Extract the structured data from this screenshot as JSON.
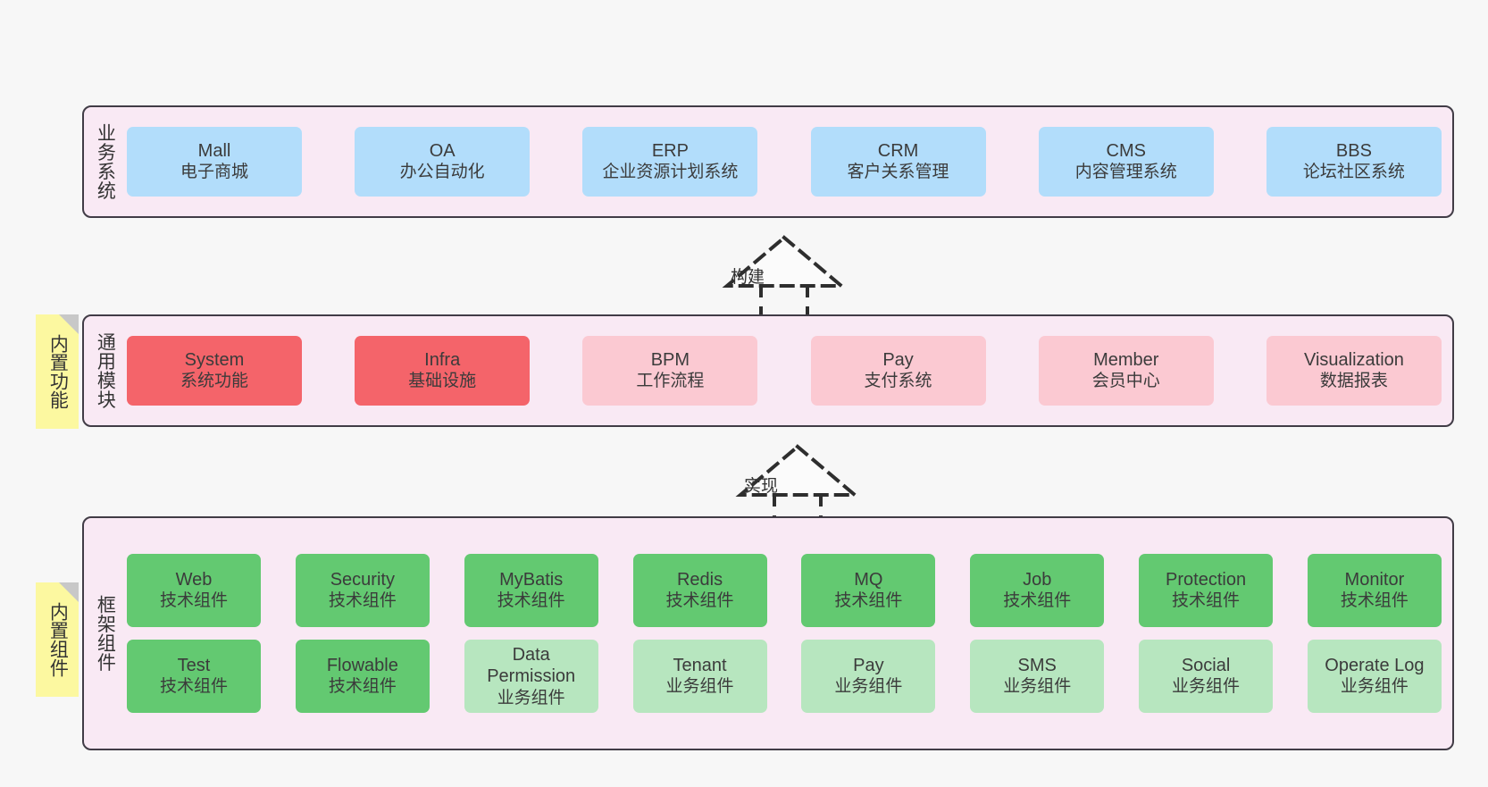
{
  "page": {
    "background": "#f7f7f7",
    "panel_bg": "#f9e9f4",
    "panel_border": "#413c46",
    "note_bg": "#fcf8a0"
  },
  "layers": [
    {
      "id": "business-systems",
      "title": "业务系统",
      "rows": [
        {
          "cards": [
            {
              "en": "Mall",
              "cn": "电子商城",
              "color": "#b2ddfb",
              "style": "c-blue"
            },
            {
              "en": "OA",
              "cn": "办公自动化",
              "color": "#b2ddfb",
              "style": "c-blue"
            },
            {
              "en": "ERP",
              "cn": "企业资源计划系统",
              "color": "#b2ddfb",
              "style": "c-blue"
            },
            {
              "en": "CRM",
              "cn": "客户关系管理",
              "color": "#b2ddfb",
              "style": "c-blue"
            },
            {
              "en": "CMS",
              "cn": "内容管理系统",
              "color": "#b2ddfb",
              "style": "c-blue"
            },
            {
              "en": "BBS",
              "cn": "论坛社区系统",
              "color": "#b2ddfb",
              "style": "c-blue"
            }
          ]
        }
      ]
    },
    {
      "id": "common-modules",
      "title": "通用模块",
      "note": "内置功能",
      "rows": [
        {
          "cards": [
            {
              "en": "System",
              "cn": "系统功能",
              "color": "#f4646a",
              "style": "c-red"
            },
            {
              "en": "Infra",
              "cn": "基础设施",
              "color": "#f4646a",
              "style": "c-red"
            },
            {
              "en": "BPM",
              "cn": "工作流程",
              "color": "#fbc9d2",
              "style": "c-red-light"
            },
            {
              "en": "Pay",
              "cn": "支付系统",
              "color": "#fbc9d2",
              "style": "c-red-light"
            },
            {
              "en": "Member",
              "cn": "会员中心",
              "color": "#fbc9d2",
              "style": "c-red-light"
            },
            {
              "en": "Visualization",
              "cn": "数据报表",
              "color": "#fbc9d2",
              "style": "c-red-light"
            }
          ]
        }
      ]
    },
    {
      "id": "framework-components",
      "title": "框架组件",
      "note": "内置组件",
      "rows": [
        {
          "cards": [
            {
              "en": "Web",
              "cn": "技术组件",
              "color": "#63c971",
              "style": "c-green"
            },
            {
              "en": "Security",
              "cn": "技术组件",
              "color": "#63c971",
              "style": "c-green"
            },
            {
              "en": "MyBatis",
              "cn": "技术组件",
              "color": "#63c971",
              "style": "c-green"
            },
            {
              "en": "Redis",
              "cn": "技术组件",
              "color": "#63c971",
              "style": "c-green"
            },
            {
              "en": "MQ",
              "cn": "技术组件",
              "color": "#63c971",
              "style": "c-green"
            },
            {
              "en": "Job",
              "cn": "技术组件",
              "color": "#63c971",
              "style": "c-green"
            },
            {
              "en": "Protection",
              "cn": "技术组件",
              "color": "#63c971",
              "style": "c-green"
            },
            {
              "en": "Monitor",
              "cn": "技术组件",
              "color": "#63c971",
              "style": "c-green"
            }
          ]
        },
        {
          "cards": [
            {
              "en": "Test",
              "cn": "技术组件",
              "color": "#63c971",
              "style": "c-green"
            },
            {
              "en": "Flowable",
              "cn": "技术组件",
              "color": "#63c971",
              "style": "c-green"
            },
            {
              "en": "Data Permission",
              "cn": "业务组件",
              "color": "#b7e6bf",
              "style": "c-green-light"
            },
            {
              "en": "Tenant",
              "cn": "业务组件",
              "color": "#b7e6bf",
              "style": "c-green-light"
            },
            {
              "en": "Pay",
              "cn": "业务组件",
              "color": "#b7e6bf",
              "style": "c-green-light"
            },
            {
              "en": "SMS",
              "cn": "业务组件",
              "color": "#b7e6bf",
              "style": "c-green-light"
            },
            {
              "en": "Social",
              "cn": "业务组件",
              "color": "#b7e6bf",
              "style": "c-green-light"
            },
            {
              "en": "Operate Log",
              "cn": "业务组件",
              "color": "#b7e6bf",
              "style": "c-green-light"
            }
          ]
        }
      ]
    }
  ],
  "connectors": [
    {
      "id": "build",
      "label": "构建",
      "from": "common-modules",
      "to": "business-systems",
      "kind": "generalization-dashed"
    },
    {
      "id": "implement",
      "label": "实现",
      "from": "framework-components",
      "to": "common-modules",
      "kind": "generalization-dashed"
    }
  ]
}
